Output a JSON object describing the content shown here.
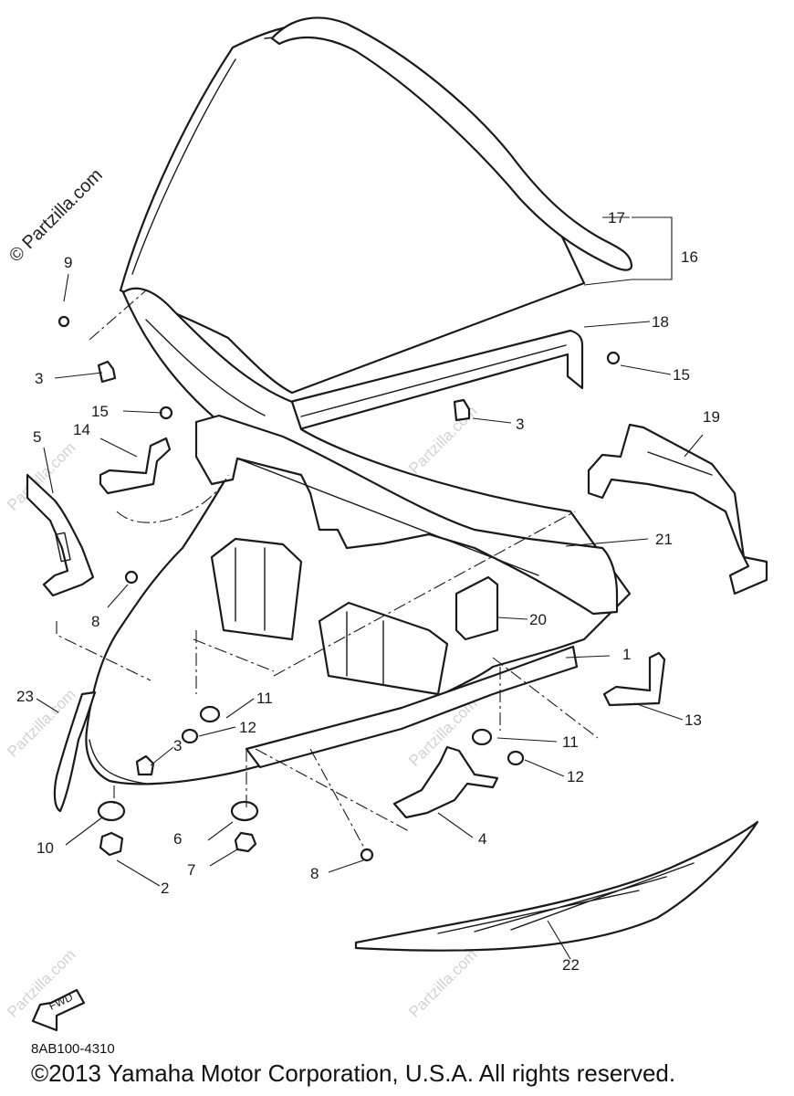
{
  "watermark": "© Partzilla.com",
  "watermark_faint": "Partzilla.com",
  "fwd_label": "FWD",
  "catalog_code": "8AB100-4310",
  "copyright": "©2013 Yamaha Motor Corporation, U.S.A. All rights reserved.",
  "callouts": {
    "c1": "1",
    "c2": "2",
    "c3a": "3",
    "c3b": "3",
    "c3c": "3",
    "c4": "4",
    "c5": "5",
    "c6": "6",
    "c7": "7",
    "c8a": "8",
    "c8b": "8",
    "c9": "9",
    "c10": "10",
    "c11a": "11",
    "c11b": "11",
    "c12a": "12",
    "c12b": "12",
    "c13": "13",
    "c14": "14",
    "c15a": "15",
    "c15b": "15",
    "c16": "16",
    "c17": "17",
    "c18": "18",
    "c19": "19",
    "c20": "20",
    "c21": "21",
    "c22": "22",
    "c23": "23"
  }
}
